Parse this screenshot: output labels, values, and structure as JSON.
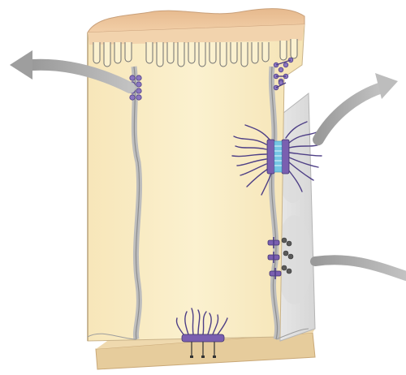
{
  "figure": {
    "structures": [
      "basement-membrane",
      "apical-microvilli",
      "tight-junction",
      "desmosome",
      "gap-junction",
      "hemidesmosome"
    ],
    "colors": {
      "cytoplasm": "#fbf1cf",
      "membrane_surface": "#eebf96",
      "neighbor_cell": "#e4e4e4",
      "junction_protein": "#7a5fb0",
      "junction_fiber": "#4e3f86",
      "gap_channel": "#74c6e4",
      "basement": "#e6cc9c",
      "arrow": "#a6a6a6"
    },
    "callout_arrows": 3
  }
}
